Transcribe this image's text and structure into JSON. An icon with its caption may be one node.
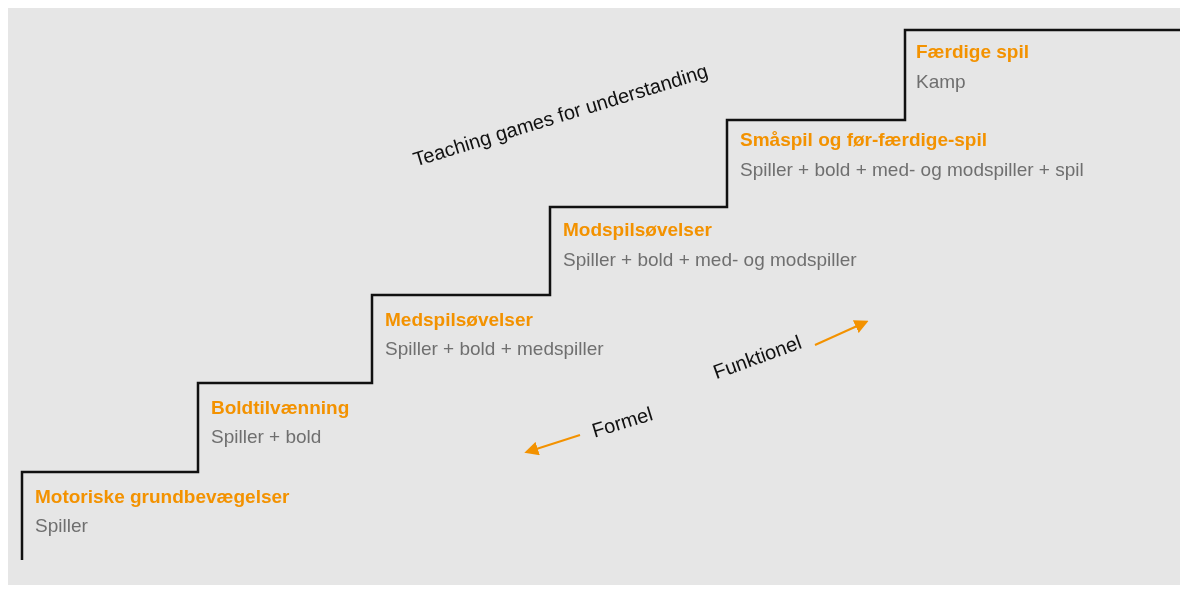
{
  "diagram": {
    "labels": [
      "Teaching games for understanding",
      "Færdige spil",
      "Kamp",
      "Småspil og før-færdige-spil",
      "Spiller + bold + med- og modspiller + spil",
      "Modspilsøvelser",
      "Spiller + bold + med- og modspiller",
      "Medspilsøvelser",
      "Spiller + bold + medspiller",
      "Boldtilvænning",
      "Spiller + bold",
      "Motoriske grundbevægelser",
      "Spiller",
      "Funktionel",
      "Formel"
    ]
  }
}
